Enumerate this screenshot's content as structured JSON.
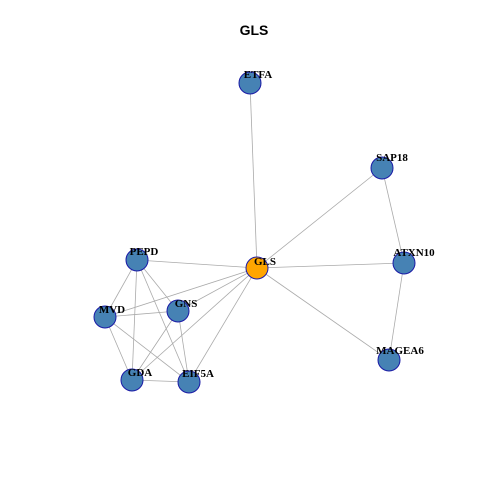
{
  "title": "GLS",
  "colors": {
    "center_fill": "#FFA500",
    "node_fill": "#4682B4",
    "node_stroke": "#1a1aa6",
    "edge": "#aaaaaa"
  },
  "nodes": [
    {
      "id": "ETFA",
      "label": "ETFA",
      "center": false
    },
    {
      "id": "SAP18",
      "label": "SAP18",
      "center": false
    },
    {
      "id": "PEPD",
      "label": "PEPD",
      "center": false
    },
    {
      "id": "GLS",
      "label": "GLS",
      "center": true
    },
    {
      "id": "ATXN10",
      "label": "ATXN10",
      "center": false
    },
    {
      "id": "MVD",
      "label": "MVD",
      "center": false
    },
    {
      "id": "GNS",
      "label": "GNS",
      "center": false
    },
    {
      "id": "MAGEA6",
      "label": "MAGEA6",
      "center": false
    },
    {
      "id": "GDA",
      "label": "GDA",
      "center": false
    },
    {
      "id": "EIF5A",
      "label": "EIF5A",
      "center": false
    }
  ],
  "edges": [
    [
      "GLS",
      "ETFA"
    ],
    [
      "GLS",
      "SAP18"
    ],
    [
      "GLS",
      "ATXN10"
    ],
    [
      "GLS",
      "MAGEA6"
    ],
    [
      "GLS",
      "PEPD"
    ],
    [
      "GLS",
      "MVD"
    ],
    [
      "GLS",
      "GNS"
    ],
    [
      "GLS",
      "GDA"
    ],
    [
      "GLS",
      "EIF5A"
    ],
    [
      "SAP18",
      "ATXN10"
    ],
    [
      "ATXN10",
      "MAGEA6"
    ],
    [
      "PEPD",
      "MVD"
    ],
    [
      "PEPD",
      "GNS"
    ],
    [
      "PEPD",
      "GDA"
    ],
    [
      "PEPD",
      "EIF5A"
    ],
    [
      "MVD",
      "GNS"
    ],
    [
      "MVD",
      "GDA"
    ],
    [
      "MVD",
      "EIF5A"
    ],
    [
      "GNS",
      "GDA"
    ],
    [
      "GNS",
      "EIF5A"
    ],
    [
      "GDA",
      "EIF5A"
    ]
  ]
}
